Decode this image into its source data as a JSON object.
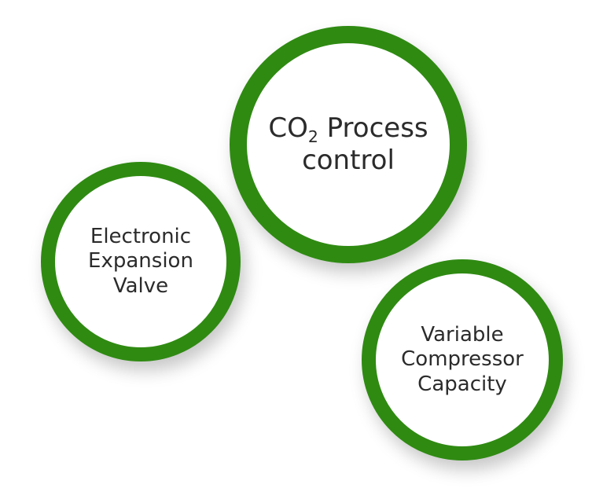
{
  "colors": {
    "ring": "#2f8a12",
    "fill": "#ffffff",
    "text": "#2b2b2b"
  },
  "nodes": {
    "co2": {
      "co": "CO",
      "sub": "2",
      "line1_rest": " Process",
      "line2": "control"
    },
    "eev": {
      "lines": [
        "Electronic",
        "Expansion",
        "Valve"
      ]
    },
    "vcc": {
      "lines": [
        "Variable",
        "Compressor",
        "Capacity"
      ]
    }
  }
}
